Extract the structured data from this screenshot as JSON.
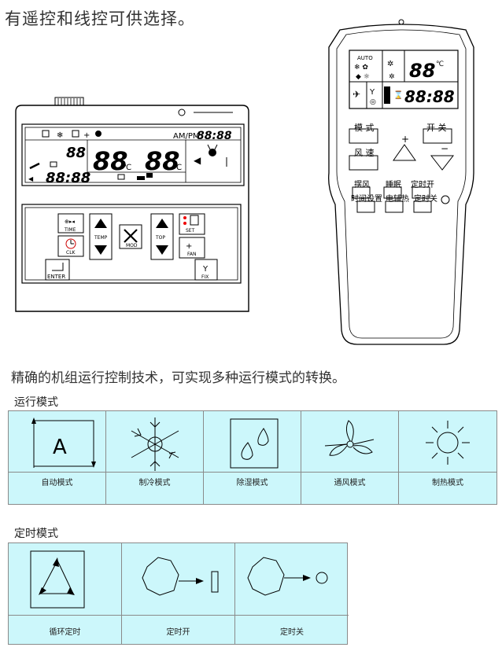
{
  "headline": "有遥控和线控可供选择。",
  "subline": "精确的机组运行控制技术，可实现多种运行模式的转换。",
  "wired_controller": {
    "ampm": "AM/PM",
    "clock": "88:88",
    "temp_left": "88",
    "temp_right": "88",
    "unit": "℃",
    "small_digits": "88",
    "timer_digits": "88:88",
    "buttons": {
      "time": "TIME",
      "clock": "CLK",
      "temp": "TEMP",
      "mode": "MOD",
      "top": "TOP",
      "set": "SET",
      "fan": "FAN",
      "enter": "ENTER",
      "swing": "FIX"
    }
  },
  "remote": {
    "auto": "AUTO",
    "temp": "88",
    "unit": "℃",
    "timer": "88:88",
    "plus": "+",
    "minus": "−",
    "buttons": {
      "mode": "模 式",
      "power": "开 关",
      "fan_speed": "风 速",
      "swing": "摆风",
      "sleep": "睡眠",
      "timer_on": "定时开",
      "time_set": "时间设置",
      "heater": "电辅热",
      "timer_off": "定时关"
    }
  },
  "run_modes": {
    "title": "运行模式",
    "items": [
      {
        "label": "自动模式",
        "icon": "auto-icon",
        "glyph": "A"
      },
      {
        "label": "制冷模式",
        "icon": "snowflake-icon"
      },
      {
        "label": "除湿模式",
        "icon": "droplets-icon"
      },
      {
        "label": "通风模式",
        "icon": "fan-icon"
      },
      {
        "label": "制热模式",
        "icon": "sun-icon"
      }
    ]
  },
  "timer_modes": {
    "title": "定时模式",
    "items": [
      {
        "label": "循环定时",
        "icon": "cycle-icon"
      },
      {
        "label": "定时开",
        "icon": "timer-on-icon"
      },
      {
        "label": "定时关",
        "icon": "timer-off-icon"
      }
    ]
  }
}
